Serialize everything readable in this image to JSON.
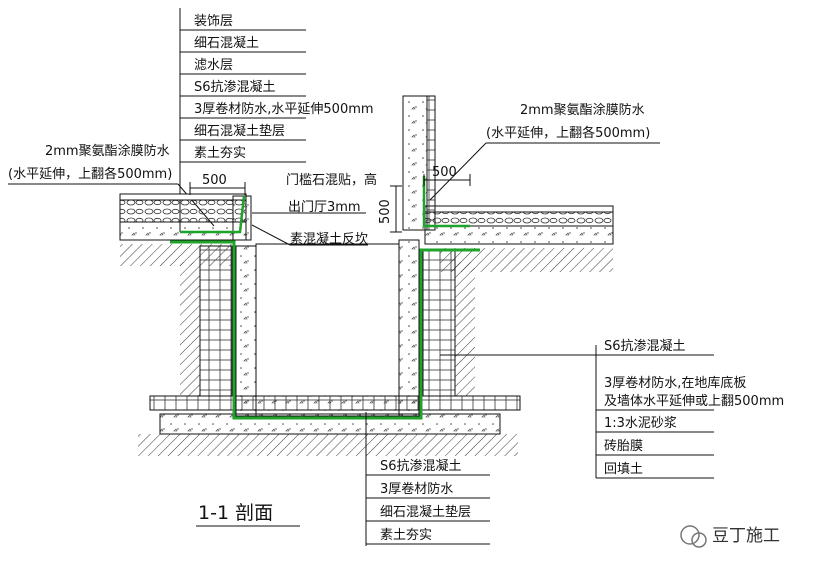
{
  "top_left_layers": [
    "装饰层",
    "细石混凝土",
    "滤水层",
    "S6抗渗混凝土",
    "3厚卷材防水,水平延伸500mm",
    "细石混凝土垫层",
    "素土夯实"
  ],
  "left_note": [
    "2mm聚氨酯涂膜防水",
    "(水平延伸，上翻各500mm)"
  ],
  "right_note": [
    "2mm聚氨酯涂膜防水",
    "(水平延伸，上翻各500mm)"
  ],
  "dim_500_left": "500",
  "dim_500_right": "500",
  "dim_500_vertical": "500",
  "door_note": [
    "门槛石混贴，高",
    "出门厅3mm"
  ],
  "concrete_note": "素混凝土反坎",
  "right_layers": [
    "S6抗渗混凝土",
    "3厚卷材防水,在地库底板",
    "及墙体水平延伸或上翻500mm",
    "1:3水泥砂浆",
    "砖胎膜",
    "回填土"
  ],
  "bottom_layers": [
    "S6抗渗混凝土",
    "3厚卷材防水",
    "细石混凝土垫层",
    "素土夯实"
  ],
  "section_title": "1-1  剖面",
  "watermark": "豆丁施工",
  "colors": {
    "membrane": "#1fa32a",
    "line": "#111111"
  }
}
